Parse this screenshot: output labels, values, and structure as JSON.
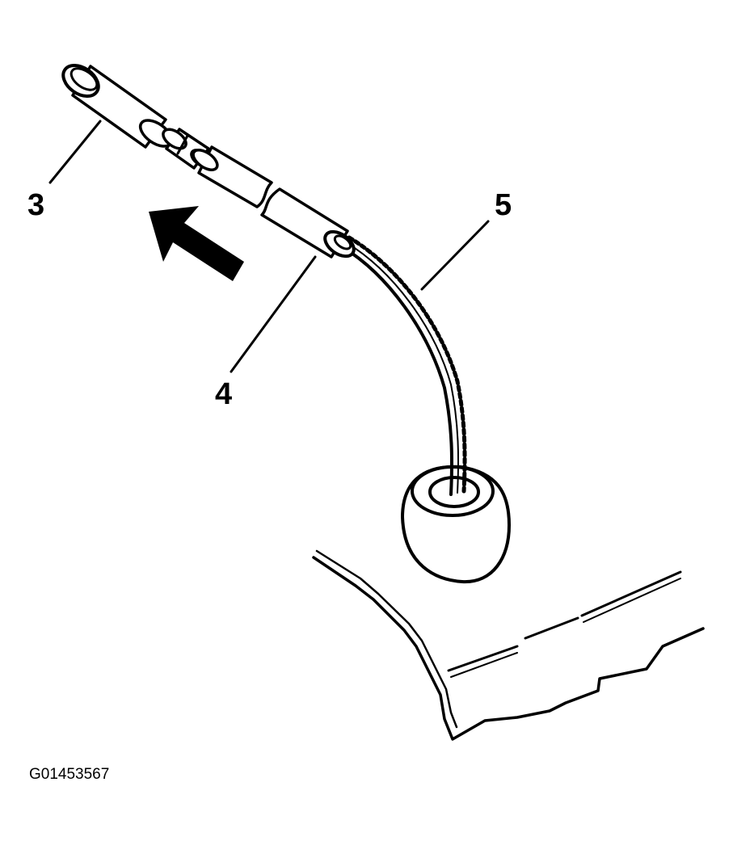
{
  "callouts": {
    "label_3": "3",
    "label_4": "4",
    "label_5": "5"
  },
  "figure_id": "G01453567",
  "colors": {
    "ink": "#000000",
    "paper": "#ffffff"
  },
  "icons": {
    "direction_arrow": "arrow-up-left-icon"
  }
}
